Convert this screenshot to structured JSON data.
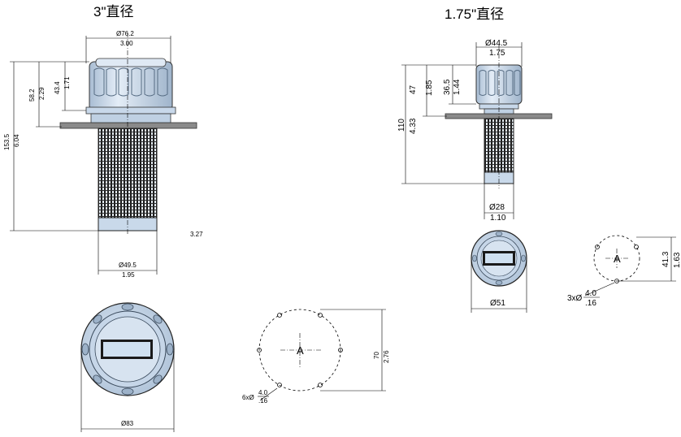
{
  "colors": {
    "body": "#c9d9ea",
    "body_light": "#dde8f3",
    "body_dark": "#9fb4cb",
    "plate": "#8a8a8a",
    "screen": "#1a1a1a",
    "window": "#cfe0f0"
  },
  "left_view": {
    "title": "3\"直径",
    "top_diameter": {
      "mm": "Ø76.2",
      "in": "3.00"
    },
    "total_height": {
      "mm": "153.5",
      "in": "6.04"
    },
    "cap_height_outer": {
      "mm": "58.2",
      "in": "2.29"
    },
    "cap_height_inner": {
      "mm": "43.4",
      "in": "1.71"
    },
    "side_note": "3.27",
    "bottom_diameter": {
      "mm": "Ø49.5",
      "in": "1.95"
    },
    "cap_diameter": {
      "mm": "Ø83"
    },
    "bolt_circle": {
      "mm": "70",
      "in": "2.76"
    },
    "holes": {
      "count_mm": "6xØ",
      "mm": "4.0",
      "in": ".16"
    },
    "center_label": "A"
  },
  "right_view": {
    "title": "1.75\"直径",
    "top_diameter": {
      "mm": "Ø44.5",
      "in": "1.75"
    },
    "total_height": {
      "mm": "110",
      "in": "4.33"
    },
    "cap_height_outer": {
      "mm": "47",
      "in": "1.85"
    },
    "cap_height_inner": {
      "mm": "36.5",
      "in": "1.44"
    },
    "bottom_diameter": {
      "mm": "Ø28",
      "in": "1.10"
    },
    "cap_diameter": {
      "mm": "Ø51"
    },
    "bolt_circle": {
      "mm": "41.3",
      "in": "1.63"
    },
    "holes": {
      "count_mm": "3xØ",
      "mm": "4.0",
      "in": ".16"
    },
    "center_label": "A"
  }
}
